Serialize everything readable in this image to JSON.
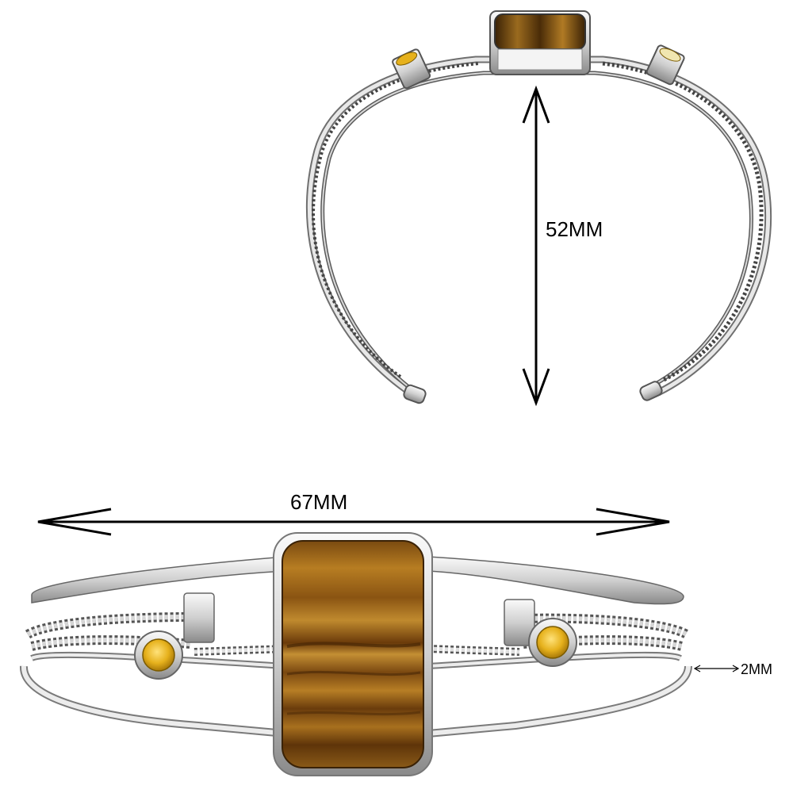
{
  "product_image": {
    "subject": "bracelet",
    "colors": {
      "silver": "#d9d9d9",
      "silver_dark": "#6f6f6f",
      "stone_main": "#9c5f14",
      "stone_band": "#5b3208",
      "accent_stone": "#e6b11c"
    }
  },
  "dimensions": {
    "height_label": "52MM",
    "width_label": "67MM",
    "thickness_label": "2MM"
  }
}
